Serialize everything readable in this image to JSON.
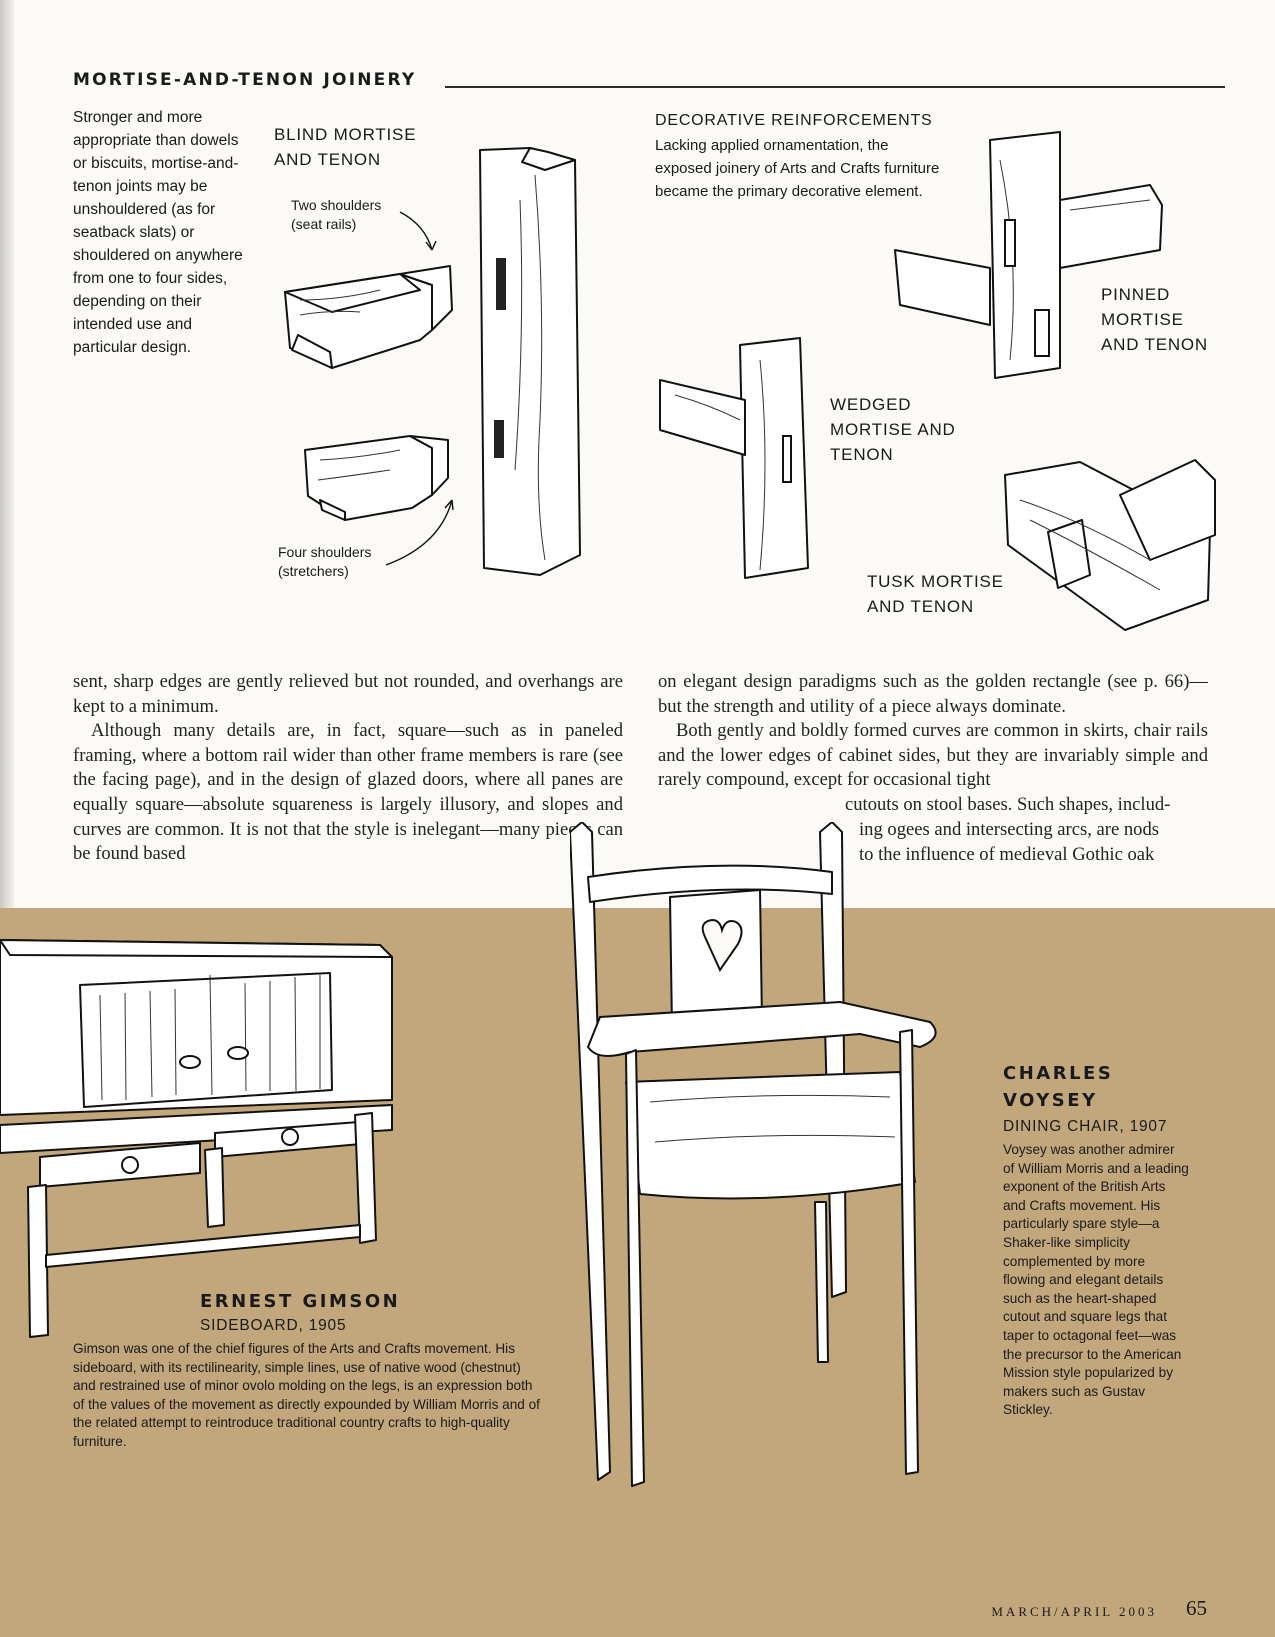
{
  "header": {
    "section_title": "MORTISE-AND-TENON JOINERY",
    "intro": "Stronger and more appropriate than dowels or biscuits, mortise-and-tenon joints may be unshouldered (as for seatback slats) or shouldered on anywhere from one to four sides, depending on their intended use and particular design."
  },
  "diagram": {
    "blind_title_1": "BLIND MORTISE",
    "blind_title_2": "AND TENON",
    "two_shoulders_1": "Two shoulders",
    "two_shoulders_2": "(seat rails)",
    "four_shoulders_1": "Four shoulders",
    "four_shoulders_2": "(stretchers)",
    "deco_title": "DECORATIVE REINFORCEMENTS",
    "deco_text": "Lacking applied ornamentation, the exposed joinery of Arts and Crafts furniture became the primary decorative element.",
    "pinned_1": "PINNED",
    "pinned_2": "MORTISE",
    "pinned_3": "AND TENON",
    "wedged_1": "WEDGED",
    "wedged_2": "MORTISE AND",
    "wedged_3": "TENON",
    "tusk_1": "TUSK MORTISE",
    "tusk_2": "AND TENON"
  },
  "body": {
    "left_p1": "sent, sharp edges are gently relieved but not rounded, and overhangs are kept to a minimum.",
    "left_p2": "Although many details are, in fact, square—such as in paneled framing, where a bottom rail wider than other frame members is rare (see the facing page), and in the design of glazed doors, where all panes are equally square—absolute squareness is largely illusory, and slopes and curves are common. It is not that the style is inelegant—many pieces can be found based",
    "right_p1": "on elegant design paradigms such as the golden rectangle (see p. 66)—but the strength and utility of a piece always dominate.",
    "right_p2_a": "Both gently and boldly formed curves are common in skirts, chair rails and the lower edges of cabinet sides, but they are invariably simple and rarely compound, except for occasional tight",
    "right_p2_b": "cutouts on stool bases. Such shapes, includ-",
    "right_p2_c": "ing ogees and intersecting arcs, are nods",
    "right_p2_d": "to the influence of medieval Gothic oak"
  },
  "gimson": {
    "name": "ERNEST GIMSON",
    "sub": "SIDEBOARD, 1905",
    "caption": "Gimson was one of the chief figures of the Arts and Crafts movement. His sideboard, with its rectilinearity, simple lines, use of native wood (chestnut) and restrained use of minor ovolo molding on the legs, is an expression both of the values of the movement as directly expounded by William Morris and of the related attempt to reintroduce traditional country crafts to high-quality furniture."
  },
  "voysey": {
    "name_1": "CHARLES",
    "name_2": "VOYSEY",
    "sub": "DINING CHAIR, 1907",
    "caption": "Voysey was another admirer of William Morris and a leading exponent of the British Arts and Crafts movement. His particularly spare style—a Shaker-like simplicity complemented by more flowing and elegant details such as the heart-shaped cutout and square legs that taper to octagonal feet—was the precursor to the American Mission style popularized by makers such as Gustav Stickley."
  },
  "footer": {
    "issue": "MARCH/APRIL 2003",
    "page": "65"
  },
  "colors": {
    "panel": "#c3a77c",
    "ink": "#111111",
    "paper": "#fbfaf7"
  }
}
